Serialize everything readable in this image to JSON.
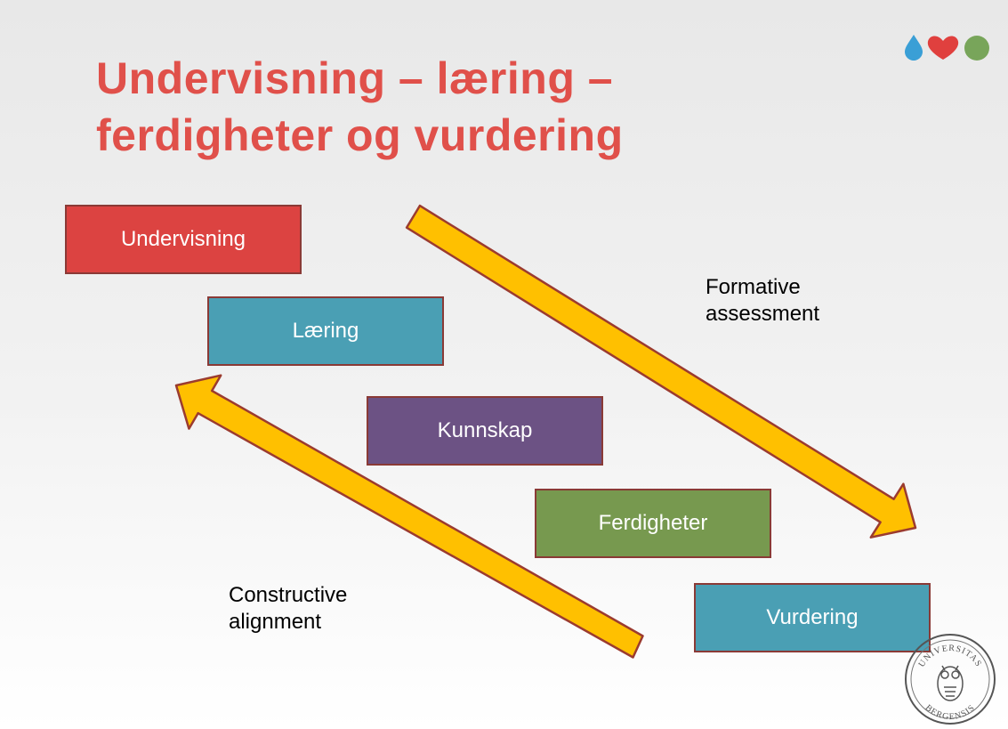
{
  "slide": {
    "title_line1": "Undervisning – læring –",
    "title_line2": "ferdigheter og vurdering",
    "title_color": "#e0504a"
  },
  "boxes": [
    {
      "label": "Undervisning",
      "color": "#dc4341"
    },
    {
      "label": "Læring",
      "color": "#4a9fb4"
    },
    {
      "label": "Kunnskap",
      "color": "#6c5284"
    },
    {
      "label": "Ferdigheter",
      "color": "#77994f"
    },
    {
      "label": "Vurdering",
      "color": "#4a9fb4"
    }
  ],
  "annotations": {
    "formative_line1": "Formative",
    "formative_line2": "assessment",
    "constructive_line1": "Constructive",
    "constructive_line2": "alignment"
  },
  "arrow_color": "#ffc000",
  "arrow_outline_color": "#9b3b2f",
  "logo_icons": [
    "water-drop-icon",
    "heart-icon",
    "green-circle-icon"
  ],
  "seal": {
    "text_top": "UNIVERSITAS",
    "text_bottom": "BERGENSIS"
  }
}
